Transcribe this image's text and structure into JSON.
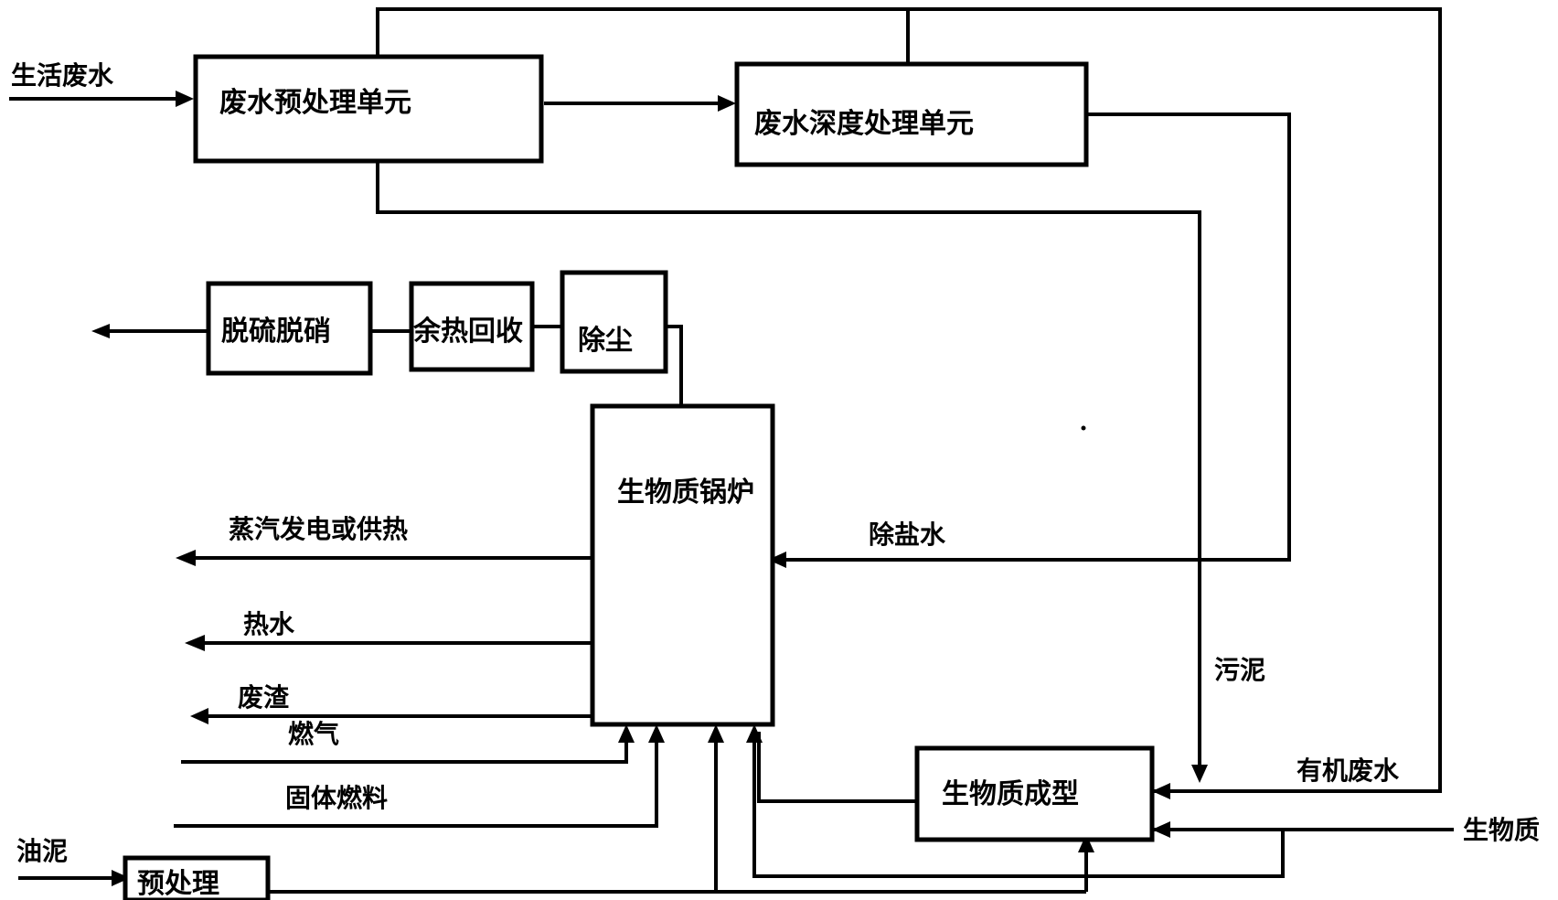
{
  "boxes": {
    "pretreat_unit": "废水预处理单元",
    "deep_unit": "废水深度处理单元",
    "desulf": "脱硫脱硝",
    "heat_recovery": "余热回收",
    "dust": "除尘",
    "boiler": "生物质锅炉",
    "forming": "生物质成型",
    "sludge_pre": "预处理"
  },
  "labels": {
    "domestic_wastewater": "生活废水",
    "steam": "蒸汽发电或供热",
    "hot_water": "热水",
    "waste_residue": "废渣",
    "gas_fuel": "燃气",
    "solid_fuel": "固体燃料",
    "oil_sludge": "油泥",
    "desalted_water": "除盐水",
    "sludge": "污泥",
    "organic_wastewater": "有机废水",
    "biomass": "生物质"
  }
}
